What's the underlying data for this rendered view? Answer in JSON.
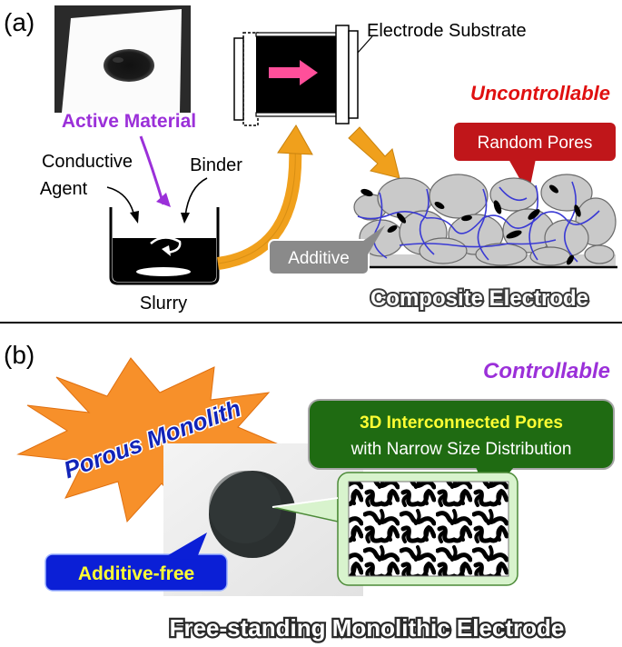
{
  "panel_a": {
    "label": "(a)",
    "electrode_substrate": "Electrode Substrate",
    "active_material": "Active Material",
    "conductive_line1": "Conductive",
    "conductive_line2": "Agent",
    "binder": "Binder",
    "slurry": "Slurry",
    "uncontrollable": "Uncontrollable",
    "random_pores": "Random Pores",
    "additive": "Additive",
    "composite_electrode": "Composite Electrode"
  },
  "panel_b": {
    "label": "(b)",
    "controllable": "Controllable",
    "porous_monolith": "Porous Monolith",
    "pores_line1": "3D Interconnected Pores",
    "pores_line2": "with Narrow Size Distribution",
    "additive_free": "Additive-free",
    "monolithic_electrode": "Free-standing Monolithic Electrode"
  },
  "colors": {
    "purple": "#9b30d9",
    "red": "#e01010",
    "dark_red": "#c0161a",
    "orange_arrow": "#f0a01c",
    "pink_arrow": "#ff4f9a",
    "green_callout": "#1f6b12",
    "yellow_text": "#ffff33",
    "blue_callout": "#0b1fd6",
    "starburst": "#f7902a",
    "gray_particle": "#c9c9c9",
    "pore_line": "#3a3ad4"
  }
}
